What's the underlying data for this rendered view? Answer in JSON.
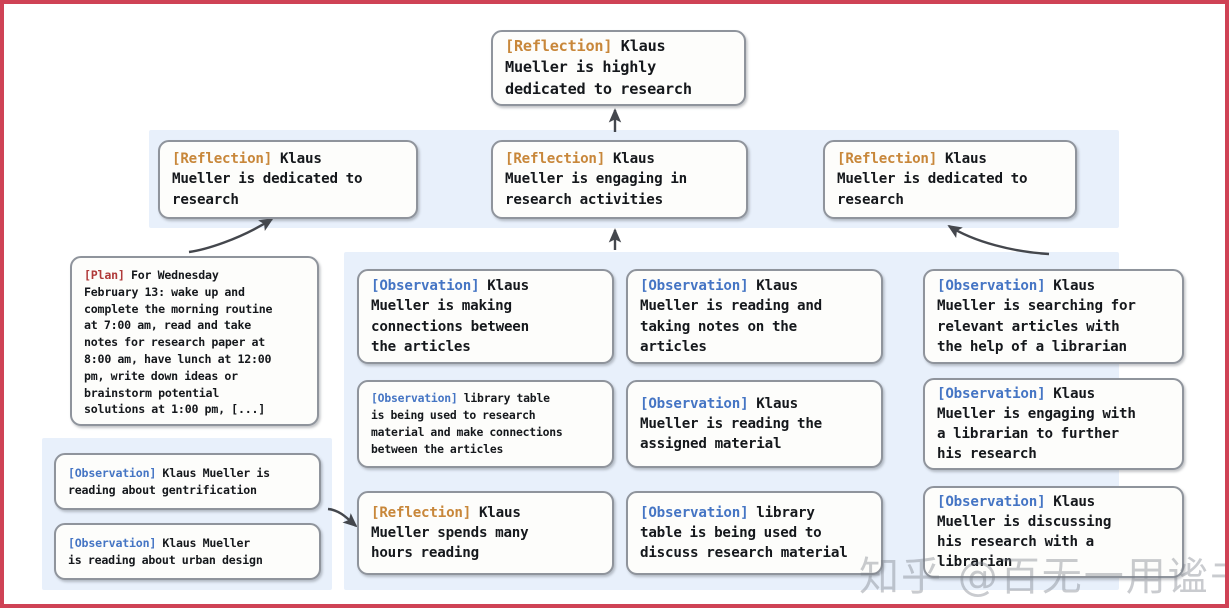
{
  "figure": {
    "border_color": "#cf4255",
    "panel_color": "#e8f0fb",
    "node_border_color": "#8f949c",
    "tag_colors": {
      "reflection": "#c8873a",
      "observation": "#4575c4",
      "plan": "#b03a3a"
    }
  },
  "watermark": {
    "text": "知乎 @百无一用谧书生"
  },
  "nodes": {
    "top_reflection": {
      "tag": "[Reflection]",
      "body": " Klaus\nMueller is highly\ndedicated to research"
    },
    "mid_reflection_left": {
      "tag": "[Reflection]",
      "body": " Klaus\nMueller is dedicated to\nresearch"
    },
    "mid_reflection_center": {
      "tag": "[Reflection]",
      "body": " Klaus\nMueller is engaging in\nresearch activities"
    },
    "mid_reflection_right": {
      "tag": "[Reflection]",
      "body": " Klaus\nMueller is dedicated to\nresearch"
    },
    "plan": {
      "tag": "[Plan]",
      "body": " For Wednesday\nFebruary 13: wake up and\ncomplete the morning routine\nat 7:00 am, read and take\nnotes for research paper at\n8:00 am, have lunch at 12:00\npm, write down ideas or\nbrainstorm potential\nsolutions at 1:00 pm, [...]"
    },
    "obs_left_1": {
      "tag": "[Observation]",
      "body": " Klaus Mueller is\nreading about gentrification"
    },
    "obs_left_2": {
      "tag": "[Observation]",
      "body": " Klaus Mueller\nis reading about urban design"
    },
    "obs_col1_1": {
      "tag": "[Observation]",
      "body": " Klaus\nMueller is making\nconnections between\nthe articles"
    },
    "obs_col1_2": {
      "tag": "[Observation]",
      "body": " library table\nis being used to research\nmaterial and make connections\nbetween the articles"
    },
    "obs_col1_3": {
      "tag": "[Reflection]",
      "body": " Klaus\nMueller spends many\nhours reading"
    },
    "obs_col2_1": {
      "tag": "[Observation]",
      "body": " Klaus\nMueller is reading and\ntaking notes on the\narticles"
    },
    "obs_col2_2": {
      "tag": "[Observation]",
      "body": " Klaus\nMueller is reading the\nassigned material"
    },
    "obs_col2_3": {
      "tag": "[Observation]",
      "body": " library\ntable is being used to\ndiscuss research material"
    },
    "obs_col3_1": {
      "tag": "[Observation]",
      "body": " Klaus\nMueller is searching for\nrelevant articles with\nthe help of a librarian"
    },
    "obs_col3_2": {
      "tag": "[Observation]",
      "body": " Klaus\nMueller is engaging with\na librarian to further\nhis research"
    },
    "obs_col3_3": {
      "tag": "[Observation]",
      "body": " Klaus\nMueller is discussing\nhis research with a\nlibrarian"
    }
  }
}
